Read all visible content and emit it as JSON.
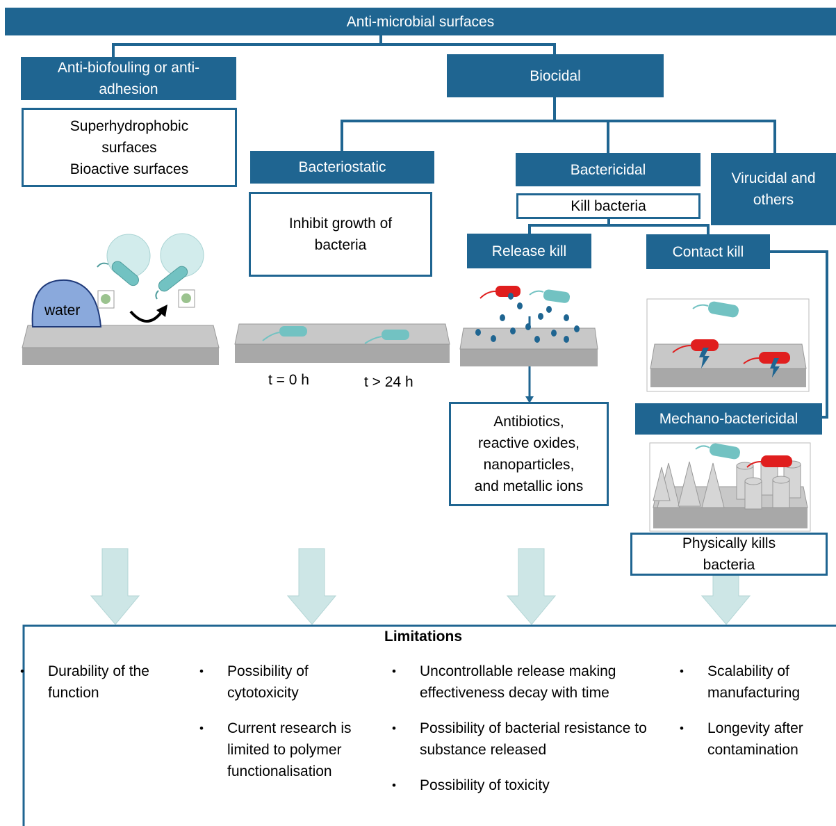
{
  "title": "Anti-microbial surfaces",
  "anti_biofouling": {
    "label": "Anti-biofouling or anti-adhesion",
    "examples": [
      "Superhydrophobic",
      "surfaces",
      "Bioactive surfaces"
    ],
    "water_label": "water"
  },
  "biocidal": {
    "label": "Biocidal"
  },
  "bacteriostatic": {
    "label": "Bacteriostatic",
    "description": [
      "Inhibit growth of",
      "bacteria"
    ],
    "time_start": "t = 0 h",
    "time_end": "t > 24 h"
  },
  "bactericidal": {
    "label": "Bactericidal",
    "description": "Kill bacteria",
    "release_kill": {
      "label": "Release kill",
      "agents": [
        "Antibiotics,",
        "reactive oxides,",
        "nanoparticles,",
        "and metallic ions"
      ]
    },
    "contact_kill": {
      "label": "Contact kill"
    },
    "mechano": {
      "label": "Mechano-bactericidal",
      "description": [
        "Physically kills",
        "bacteria"
      ]
    }
  },
  "virucidal": {
    "label": [
      "Virucidal and",
      "others"
    ]
  },
  "limitations": {
    "title": "Limitations",
    "columns": [
      {
        "items": [
          "Durability of the function"
        ]
      },
      {
        "items": [
          "Possibility of cytotoxicity",
          "Current research is limited to polymer functionalisation"
        ]
      },
      {
        "items": [
          "Uncontrollable release making effectiveness decay with time",
          "Possibility of bacterial resistance to substance released",
          "Possibility of toxicity"
        ]
      },
      {
        "items": [
          "Scalability of manufacturing",
          "Longevity after contamination"
        ]
      }
    ]
  },
  "colors": {
    "header": "#1f6591",
    "arrow_fill": "#cde6e6",
    "bacterium_live": "#72c2c2",
    "bacterium_dead": "#e01e1e",
    "droplet": "#8aa9dc",
    "surface": "#c8c8c8"
  }
}
